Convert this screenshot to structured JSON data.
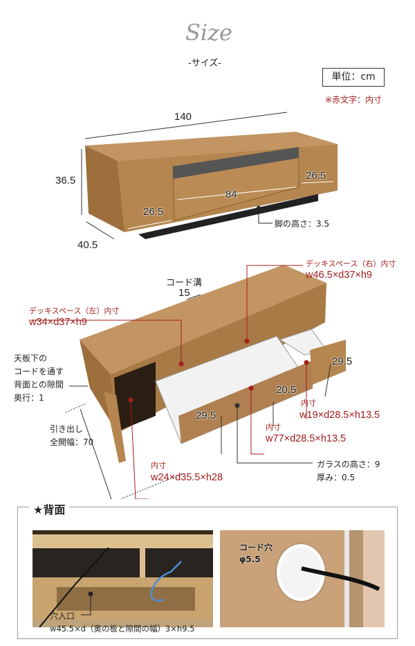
{
  "header": {
    "title_script": "Size",
    "subtitle": "-サイズ-",
    "unit": "単位：cm",
    "note": "※赤文字：内寸"
  },
  "overview": {
    "width": "140",
    "height": "36.5",
    "depth": "40.5",
    "right_door": "26.5",
    "center_drawer": "84",
    "left_door": "26.5",
    "leg_height": "脚の高さ：3.5"
  },
  "detail": {
    "cord_groove_label": "コード溝",
    "cord_groove_value": "15",
    "deck_left_label": "デッキスペース（左）内寸",
    "deck_left_value": "w34×d37×h9",
    "deck_right_label": "デッキスペース（右）内寸",
    "deck_right_value": "w46.5×d37×h9",
    "gap_lines": [
      "天板下の",
      "コードを通す",
      "背面との隙間",
      "奥行：1"
    ],
    "drawer_open_lines": [
      "引き出し",
      "全開幅：70"
    ],
    "left_inner_label": "内寸",
    "left_inner_value": "w24×d35.5×h28",
    "center_inner_label": "内寸",
    "center_inner_value": "w77×d28.5×h13.5",
    "right_inner_label": "内寸",
    "right_inner_value": "w19×d28.5×h13.5",
    "glass_lines": [
      "ガラスの高さ：9",
      "厚み：0.5"
    ],
    "right_door_height": "29.5",
    "drawer_front_height": "20.5",
    "left_door_height": "29.5"
  },
  "rear": {
    "title": "★背面",
    "hole_label": "穴入口",
    "hole_value": "w45.5×d（奥の板と隙間の幅）3×h9.5",
    "cord_hole_label": "コード穴",
    "cord_hole_value": "φ5.5"
  },
  "colors": {
    "wood": "#b98a52",
    "wood_dark": "#9c6f3c",
    "accent_red": "#a51c1c",
    "interior": "#f2f2f2"
  }
}
